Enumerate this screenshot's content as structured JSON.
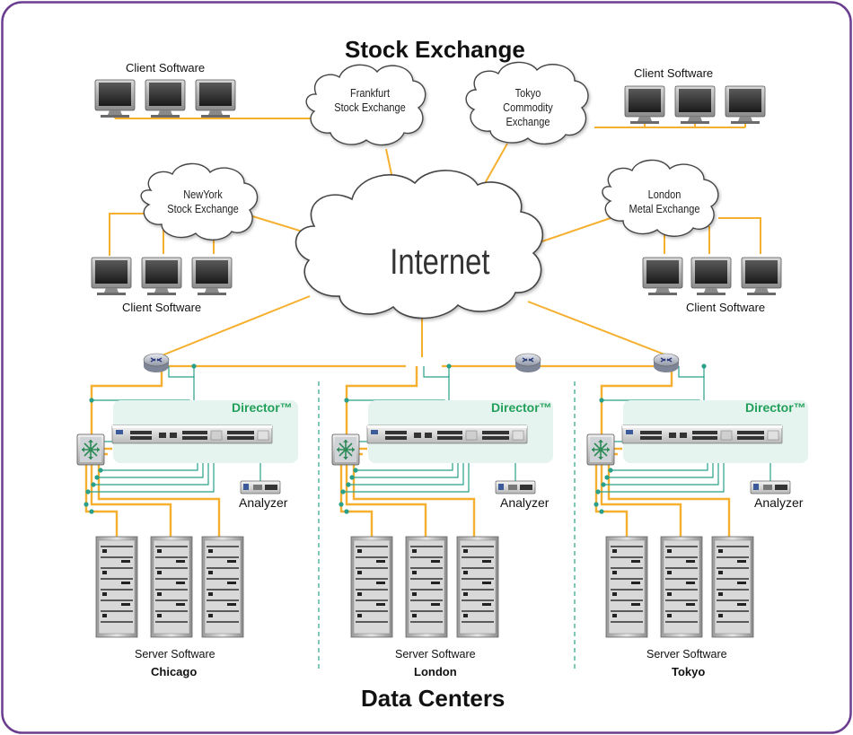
{
  "title_top": "Stock Exchange",
  "title_bottom": "Data Centers",
  "internet_label": "Internet",
  "exchanges": [
    {
      "name": "Frankfurt\nStock Exchange"
    },
    {
      "name": "Tokyo\nCommodity Exchange"
    },
    {
      "name": "NewYork\nStock Exchange"
    },
    {
      "name": "London\nMetal Exchange"
    }
  ],
  "client_label": "Client Software",
  "client_groups": [
    {
      "label": "Client Software"
    },
    {
      "label": "Client Software"
    },
    {
      "label": "Client Software"
    },
    {
      "label": "Client Software"
    }
  ],
  "data_centers": [
    {
      "city": "Chicago",
      "server_label": "Server Software",
      "director": "Director™",
      "analyzer": "Analyzer"
    },
    {
      "city": "London",
      "server_label": "Server Software",
      "director": "Director™",
      "analyzer": "Analyzer"
    },
    {
      "city": "Tokyo",
      "server_label": "Server Software",
      "director": "Director™",
      "analyzer": "Analyzer"
    }
  ],
  "colors": {
    "frame": "#6a3d8f",
    "link_orange": "#f5b030",
    "link_teal": "#2aa08a",
    "director_panel": "#e6f4f0",
    "director_text": "#22a05a",
    "divider": "#3aaa95"
  }
}
